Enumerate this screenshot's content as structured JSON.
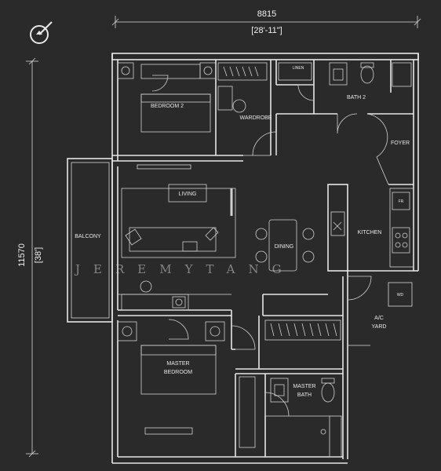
{
  "dimensions": {
    "width_mm": "8815",
    "width_ft": "[28'-11\"]",
    "height_mm": "11570",
    "height_ft": "[38']"
  },
  "compass": {
    "icon": "north-arrow-icon"
  },
  "rooms": {
    "bedroom2": "BEDROOM 2",
    "wardrobe": "WARDROBE",
    "linen": "LINEN",
    "bath2": "BATH 2",
    "foyer": "FOYER",
    "living": "LIVING",
    "balcony": "BALCONY",
    "dining": "DINING",
    "kitchen": "KITCHEN",
    "fr": "FR",
    "wd": "WD",
    "ac_yard_line1": "A/C",
    "ac_yard_line2": "YARD",
    "master_bedroom_line1": "MASTER",
    "master_bedroom_line2": "BEDROOM",
    "master_bath_line1": "MASTER",
    "master_bath_line2": "BATH"
  },
  "watermark": "JEREMYTANG",
  "colors": {
    "background": "#2a2a2a",
    "lines": "#e6e6e6"
  }
}
